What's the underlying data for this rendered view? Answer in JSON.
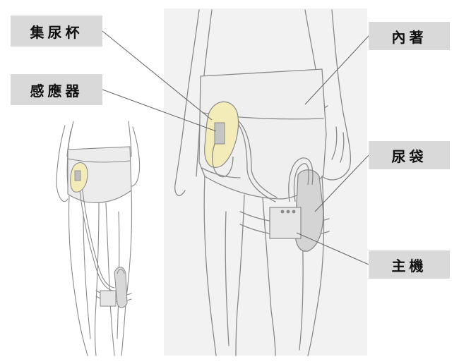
{
  "labels": {
    "urine_cup": "集尿杯",
    "sensor": "感應器",
    "underwear": "內著",
    "urine_bag": "尿袋",
    "main_unit": "主機"
  },
  "colors": {
    "line": "#8a8a8a",
    "label_bg": "#d9d9d9",
    "cup_fill": "#f3ecb8",
    "device_fill": "#e6e6e6",
    "panel_bg": "#f2f2f2"
  }
}
